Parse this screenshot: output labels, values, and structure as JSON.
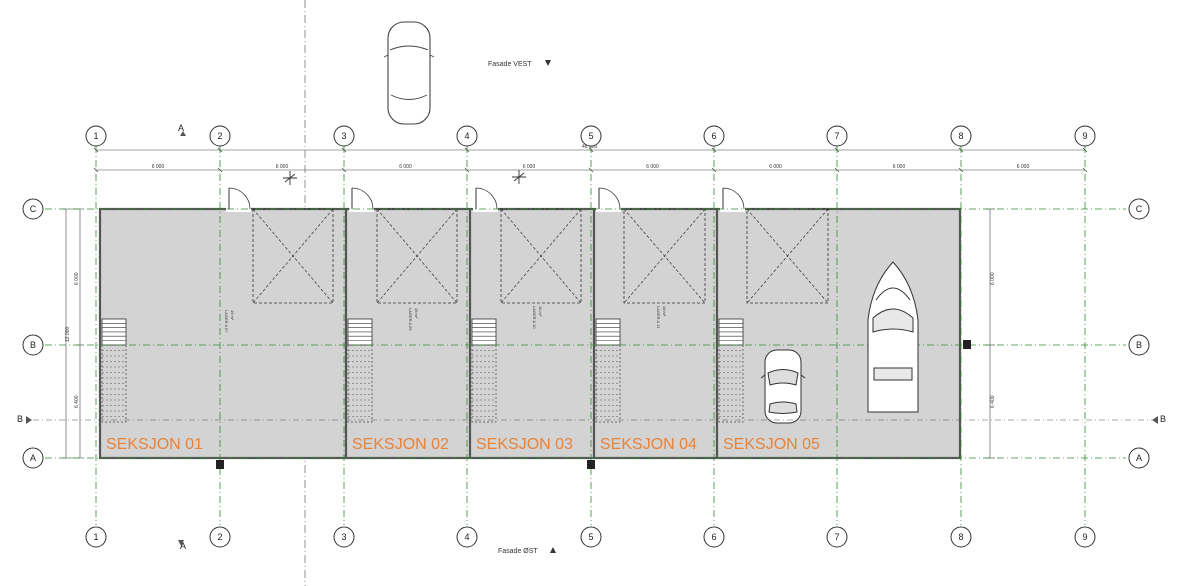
{
  "colors": {
    "grid_line": "#2e8b2e",
    "floor_fill": "#d3d3d3",
    "wall": "#555555",
    "section_label": "#e8833a",
    "ink": "#222222"
  },
  "icons": [
    "car-icon",
    "boat-icon",
    "door-swing-icon",
    "stair-icon",
    "airplane-symbol-icon",
    "section-arrow-icon"
  ],
  "facade_top": "Fasade VEST",
  "facade_bottom": "Fasade ØST",
  "column_axes": [
    "1",
    "2",
    "3",
    "4",
    "5",
    "6",
    "7",
    "8",
    "9"
  ],
  "row_axes": [
    "C",
    "B",
    "A"
  ],
  "section_marker_vertical": "A",
  "section_marker_horizontal": "B",
  "overall_dimension": "48 000",
  "bay_dimensions": [
    "6 000",
    "6 000",
    "6 000",
    "6 000",
    "6 000",
    "6 000",
    "6 000",
    "6 000"
  ],
  "left_dimensions": {
    "total": "12 000",
    "upper": "6 000",
    "lower": "6 400"
  },
  "right_dimensions": {
    "upper": "6 000",
    "lower": "6 400"
  },
  "sections": [
    "SEKSJON 01",
    "SEKSJON 02",
    "SEKSJON 03",
    "SEKSJON 04",
    "SEKSJON 05"
  ],
  "rooms": [
    {
      "name": "LAGER A 07",
      "area": "16 m²"
    },
    {
      "name": "LAGER A 09",
      "area": "16 m²"
    },
    {
      "name": "LAGER A 10",
      "area": "16 m²"
    },
    {
      "name": "LAGER A 11",
      "area": "16 m²"
    }
  ]
}
